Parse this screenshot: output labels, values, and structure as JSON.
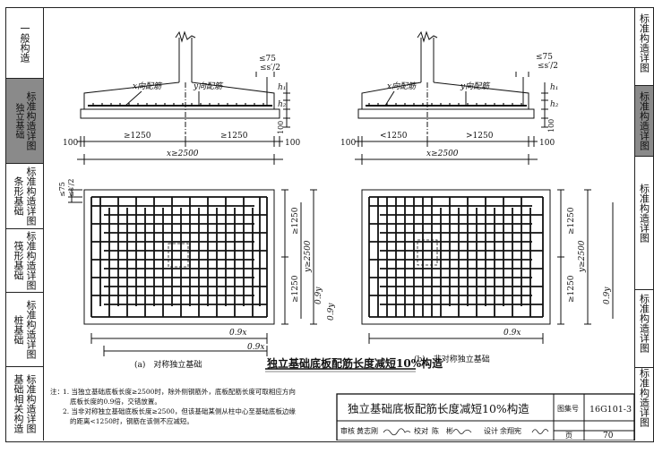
{
  "left_tabs": [
    {
      "cols": [
        "一般",
        "构造"
      ],
      "active": false
    },
    {
      "cols": [
        "标准",
        "构造",
        "详图"
      ],
      "active": true,
      "extra_col": "独立基础"
    },
    {
      "cols": [
        "条形",
        "基础"
      ],
      "active": false,
      "extra_col2": "标准构造详图"
    },
    {
      "cols": [
        "筏形",
        "基础"
      ],
      "active": false
    },
    {
      "cols": [
        "桩基",
        "础"
      ],
      "active": false
    },
    {
      "cols": [
        "基础",
        "相关",
        "构造"
      ],
      "active": false
    }
  ],
  "left_tab_texts": [
    "标准构造详图",
    "独立基础",
    "标准构造详图",
    "条形基础",
    "标准构造详图",
    "筏形基础",
    "标准构造详图",
    "桩基础",
    "标准构造详图",
    "基础相关构造"
  ],
  "left_tab_top_text": "一般构造",
  "right_tabs": [
    "标准构造详图",
    "标准构造详图",
    "标准构造详图",
    "标准构造详图",
    "标准构造详图"
  ],
  "diagram_a": {
    "label_x_rebar": "x向配筋",
    "label_y_rebar": "y向配筋",
    "le75": "≤75",
    "les2": "≤s′/2",
    "h1": "h₁",
    "h2": "h₂",
    "dim_100_left": "100",
    "dim_100_right": "100",
    "dim_100_vert": "100",
    "dim_1250_left": "≥1250",
    "dim_1250_right": "≥1250",
    "dim_x": "x≥2500",
    "plan_le75": "≤75",
    "plan_les2": "≤s′/2",
    "plan_1250_top": "≥1250",
    "plan_1250_bot": "≥1250",
    "plan_y": "y≥2500",
    "plan_09y_a": "0.9y",
    "plan_09y_b": "0.9y",
    "plan_09x_a": "0.9x",
    "plan_09x_b": "0.9x",
    "caption": "(a)　对称独立基础"
  },
  "diagram_b": {
    "label_x_rebar": "x向配筋",
    "label_y_rebar": "y向配筋",
    "le75": "≤75",
    "les2": "≤s′/2",
    "h1": "h₁",
    "h2": "h₂",
    "dim_100_left": "100",
    "dim_100_right": "100",
    "dim_100_vert": "100",
    "dim_1250_left": "<1250",
    "dim_1250_right": ">1250",
    "dim_x": "x≥2500",
    "plan_1250_top": "≥1250",
    "plan_1250_bot": "≥1250",
    "plan_y": "y≥2500",
    "plan_09y": "0.9y",
    "plan_09x": "0.9x",
    "caption": "(b)　非对称独立基础"
  },
  "center_title": "独立基础底板配筋长度减短10%构造",
  "notes": {
    "prefix": "注：",
    "n1_a": "1. 当独立基础底板长度≥2500时，除外侧钢筋外，底板配筋长度可取相应方向",
    "n1_b": "底板长度的0.9倍，交错放置。",
    "n2_a": "2. 当非对称独立基础底板长度≥2500，但该基础某侧从柱中心至基础底板边缘",
    "n2_b": "的距离<1250时，钢筋在该侧不应减短。"
  },
  "title_block": {
    "title": "独立基础底板配筋长度减短10%构造",
    "atlas_label": "图集号",
    "atlas_no": "16G101-3",
    "page_label": "页",
    "page_no": "70",
    "review_label": "审核",
    "review_name": "黄志刚",
    "check_label": "校对",
    "check_name": "陈　彬",
    "design_label": "设计",
    "design_name": "余翔宪"
  }
}
